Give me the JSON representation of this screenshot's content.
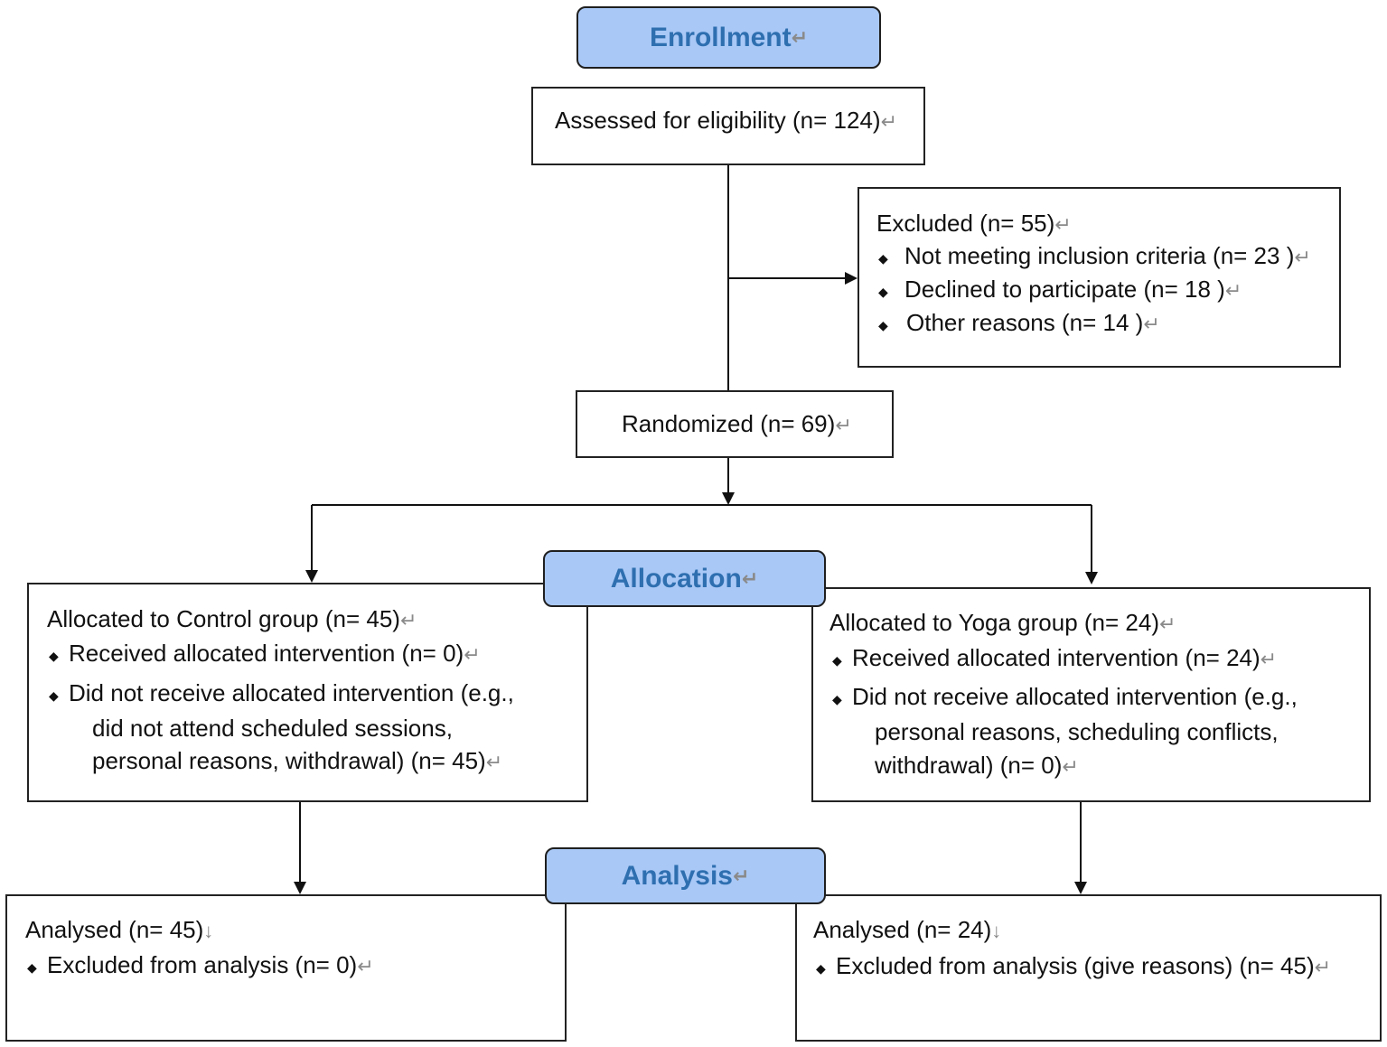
{
  "stages": {
    "enrollment": "Enrollment",
    "allocation": "Allocation",
    "analysis": "Analysis"
  },
  "return_mark": "↵",
  "down_mark": "↓",
  "bullet": "◆",
  "assessed": "Assessed for eligibility (n= 124)",
  "excluded": {
    "title": "Excluded (n= 55)",
    "items": [
      "Not meeting inclusion criteria (n= 23 )",
      "Declined to participate (n= 18 )",
      "Other reasons (n= 14 )"
    ]
  },
  "randomized": "Randomized (n= 69)",
  "control": {
    "title": "Allocated to Control group (n= 45)",
    "item1": "Received allocated intervention (n= 0)",
    "item2_line1": "Did not receive allocated intervention (e.g.,",
    "item2_line2": "did not attend scheduled sessions,",
    "item2_line3": "personal reasons, withdrawal) (n= 45)"
  },
  "yoga": {
    "title": "Allocated to Yoga group (n= 24)",
    "item1": "Received allocated intervention (n= 24)",
    "item2_line1": "Did not receive allocated intervention (e.g.,",
    "item2_line2": "personal reasons, scheduling conflicts,",
    "item2_line3": "withdrawal) (n= 0)"
  },
  "analysis_control": {
    "title": "Analysed (n= 45)",
    "item": "Excluded from analysis (n= 0)"
  },
  "analysis_yoga": {
    "title": "Analysed (n= 24)",
    "item": "Excluded from analysis (give reasons) (n= 45)"
  },
  "colors": {
    "stage_fill": "#a9c8f6",
    "stage_text": "#2e6fb0",
    "line": "#111111"
  }
}
